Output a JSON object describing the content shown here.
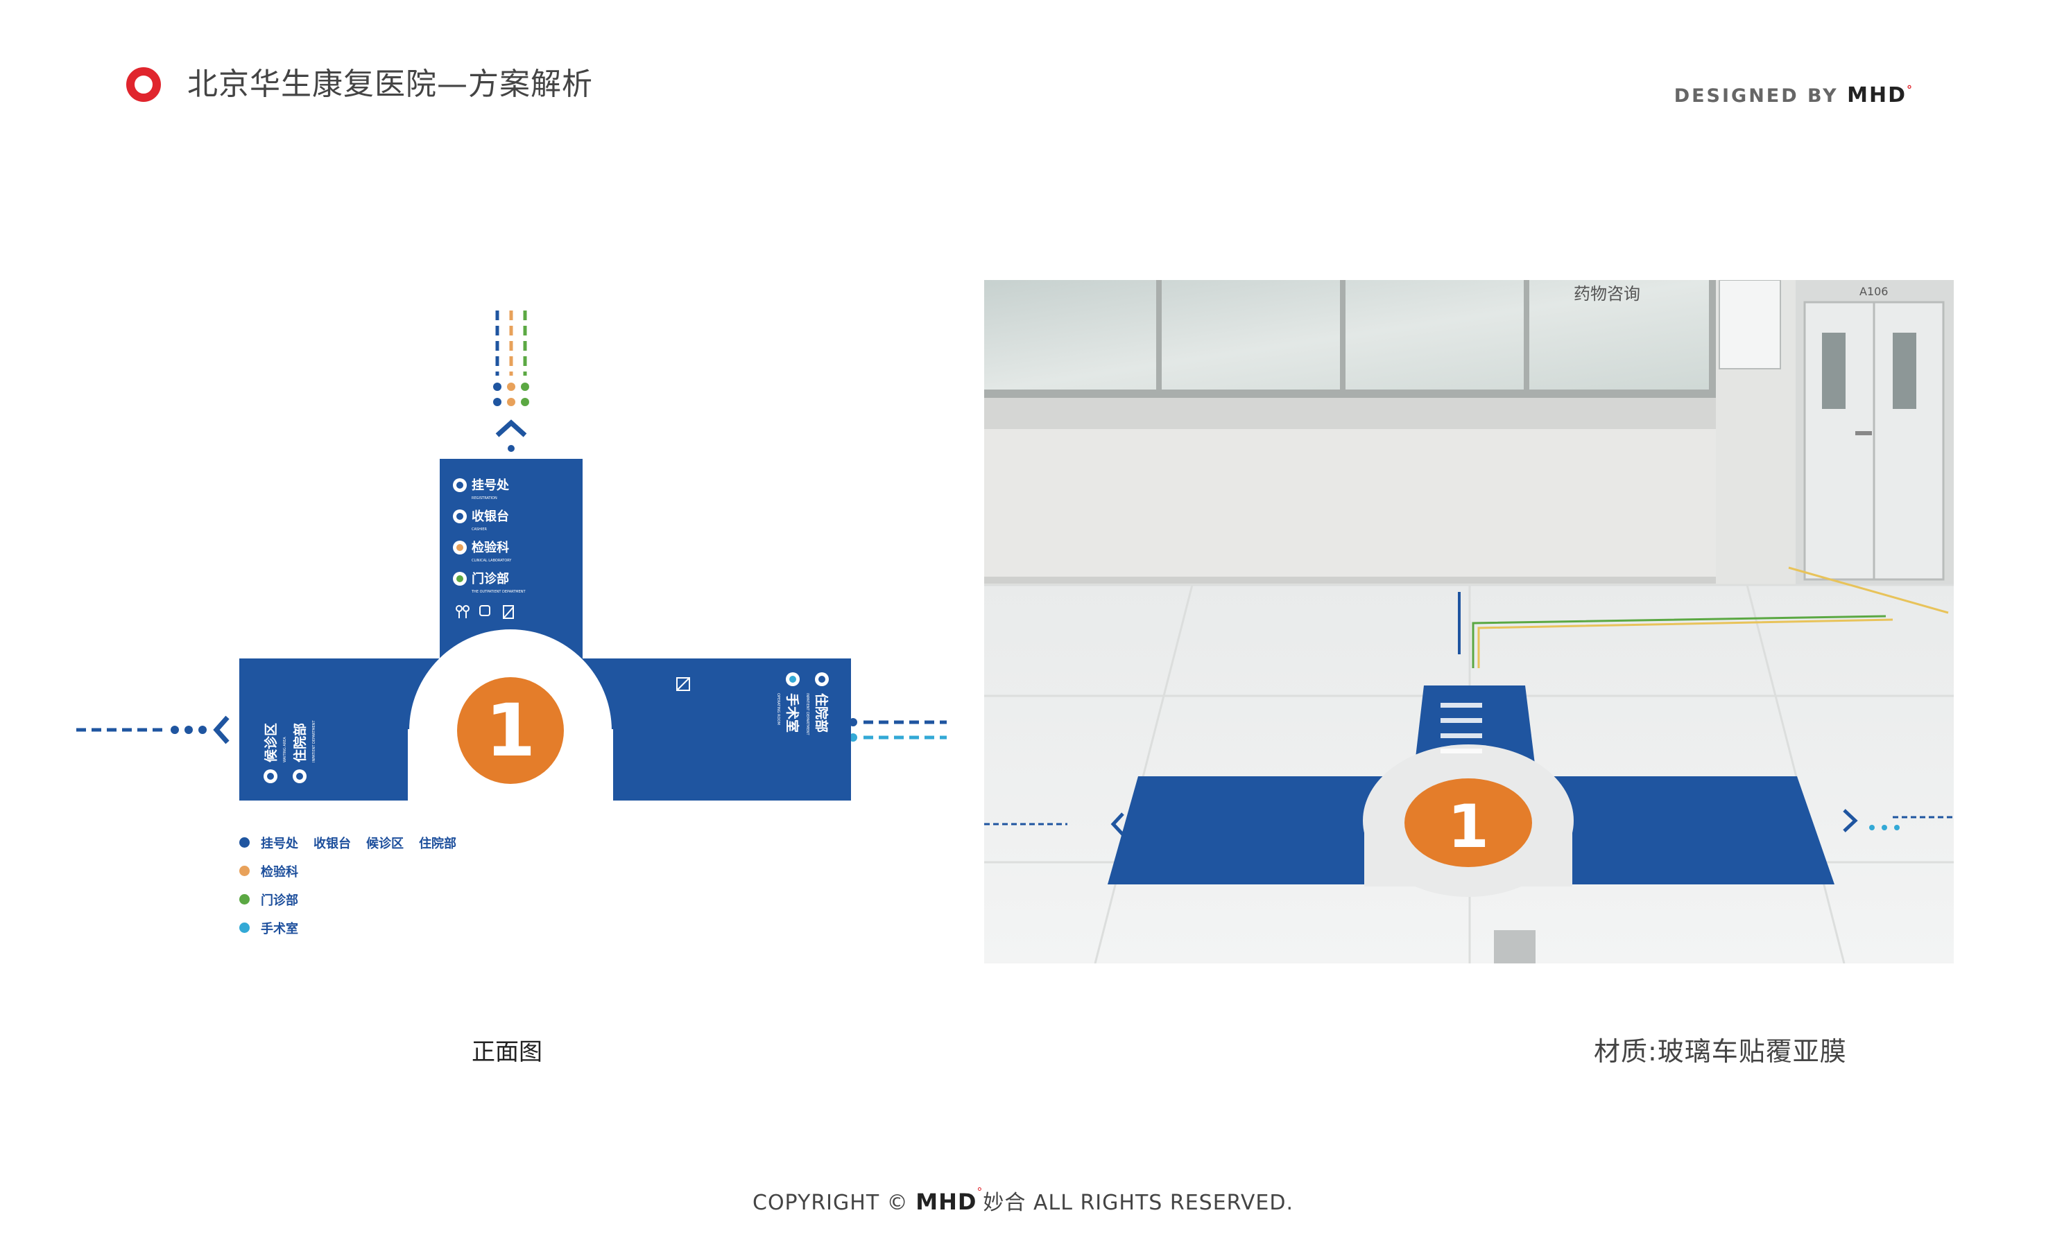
{
  "header": {
    "title": "北京华生康复医院—方案解析",
    "designed_prefix": "DESIGNED BY",
    "designed_brand": "MHD",
    "accent_color": "#e0252d"
  },
  "sign": {
    "number": "1",
    "top_panel_items": [
      {
        "cn": "挂号处",
        "en": "REGISTRATION"
      },
      {
        "cn": "收银台",
        "en": "CASHIER"
      },
      {
        "cn": "检验科",
        "en": "CLINICAL LABORATORY"
      },
      {
        "cn": "门诊部",
        "en": "THE OUTPATIENT DEPARTMENT"
      }
    ],
    "left_panel_items": [
      {
        "cn": "候诊区",
        "en": "WAITING AREA"
      },
      {
        "cn": "住院部",
        "en": "INPATIENT DEPARTMENT"
      }
    ],
    "right_panel_items": [
      {
        "cn": "住院部",
        "en": "INPATIENT DEPARTMENT"
      },
      {
        "cn": "手术室",
        "en": "OPERATING ROOM"
      }
    ],
    "colors": {
      "panel_blue": "#1f55a0",
      "number_orange": "#e47d2a",
      "line_orange": "#e8a15a",
      "line_green": "#5ba843",
      "line_cyan": "#33a9d6"
    }
  },
  "legend": [
    {
      "color": "#1f55a0",
      "labels": [
        "挂号处",
        "收银台",
        "候诊区",
        "住院部"
      ]
    },
    {
      "color": "#e8a15a",
      "labels": [
        "检验科"
      ]
    },
    {
      "color": "#5ba843",
      "labels": [
        "门诊部"
      ]
    },
    {
      "color": "#33a9d6",
      "labels": [
        "手术室"
      ]
    }
  ],
  "photo": {
    "window_sign": "药物咨询",
    "door_label": "A106",
    "number": "1"
  },
  "captions": {
    "left": "正面图",
    "right": "材质:玻璃车贴覆亚膜"
  },
  "footer": {
    "prefix": "COPYRIGHT ©",
    "brand": "MHD",
    "brand_cn": "妙合",
    "suffix": "ALL RIGHTS RESERVED."
  }
}
